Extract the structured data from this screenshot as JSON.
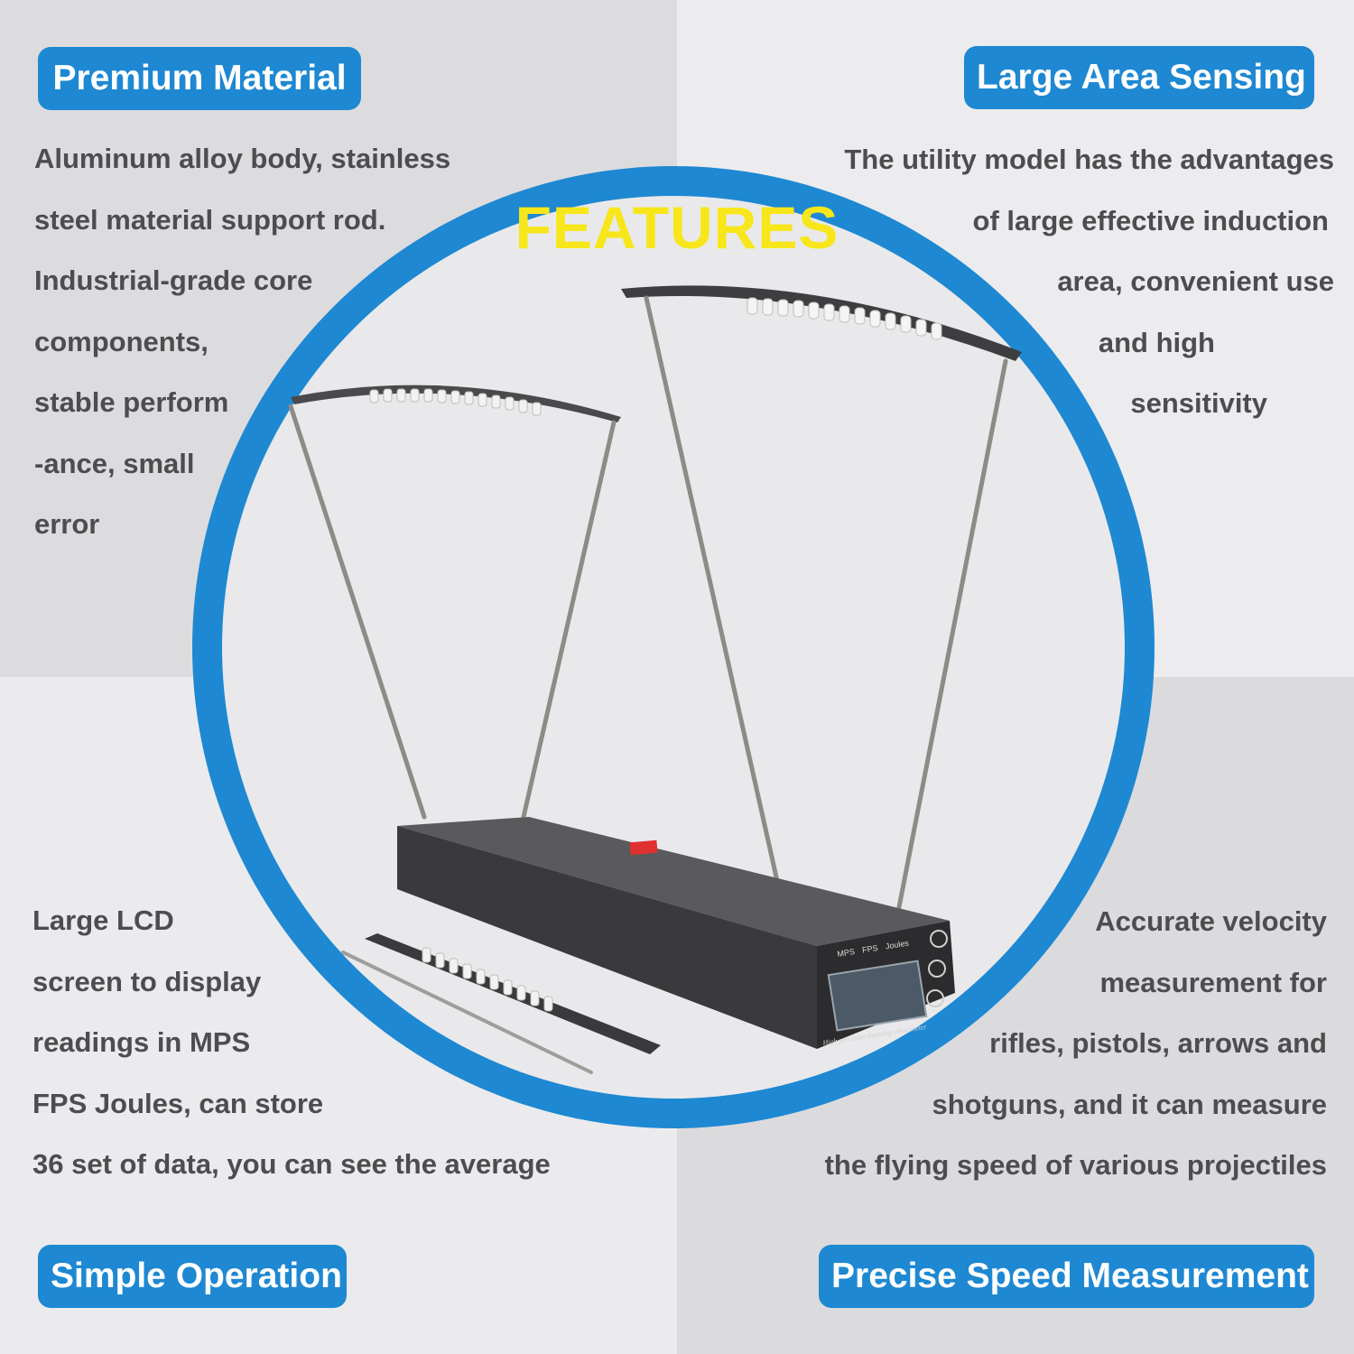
{
  "header": {
    "title": "FEATURES"
  },
  "sections": {
    "top_left": {
      "title": "Premium Material",
      "lines": [
        "Aluminum alloy body, stainless",
        "steel material support rod.",
        "Industrial-grade core",
        "components,",
        "stable perform",
        "-ance, small",
        "error"
      ]
    },
    "top_right": {
      "title": "Large Area Sensing",
      "lines": [
        "The utility model has the advantages",
        "of large effective induction",
        "area, convenient use",
        "and high",
        "sensitivity"
      ]
    },
    "bottom_left": {
      "title": "Simple Operation",
      "lines": [
        "Large LCD",
        "screen to display",
        "readings in MPS",
        "FPS Joules, can store",
        "36 set of data, you can see the average"
      ]
    },
    "bottom_right": {
      "title": "Precise Speed Measurement",
      "lines": [
        "Accurate velocity",
        "measurement for",
        "rifles, pistols, arrows and",
        "shotguns, and it can measure",
        "the flying speed of various projectiles"
      ]
    }
  },
  "device": {
    "display_labels": [
      "MPS",
      "FPS",
      "Joules"
    ],
    "panel_caption": "High precision shooting velocimeter"
  },
  "colors": {
    "accent": "#1e88d2",
    "title": "#f7e61a",
    "text": "#4d4d4f"
  }
}
